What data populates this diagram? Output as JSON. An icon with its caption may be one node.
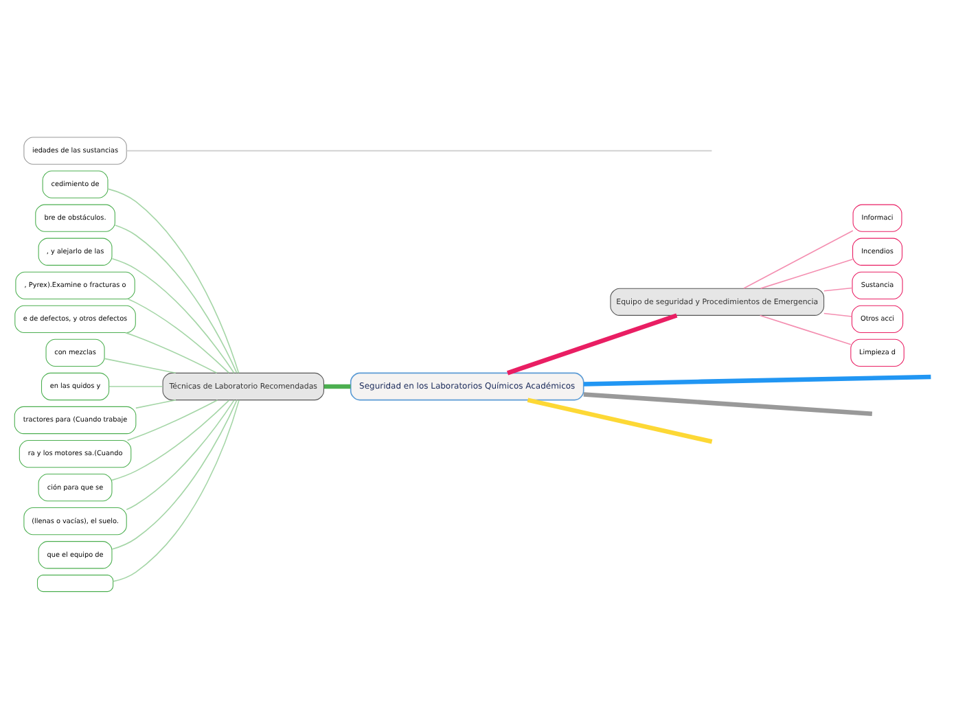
{
  "diagram": {
    "nodes": [
      {
        "text": [
          "Seguridad en los Laboratorios Químicos Académicos"
        ]
      },
      {
        "text": [
          "Técnicas de Laboratorio Recomendadas"
        ]
      },
      {
        "text": [
          "Equipo de seguridad y Procedimientos de Emergencia"
        ]
      },
      {
        "text": [
          "iedades de las sustancias"
        ]
      },
      {
        "text": [
          "cedimiento de"
        ]
      },
      {
        "text": [
          "bre de obstáculos."
        ]
      },
      {
        "text": [
          ", y alejarlo de las"
        ]
      },
      {
        "text": [
          ", Pyrex).Examine o fracturas o"
        ]
      },
      {
        "text": [
          "e de defectos, y otros defectos"
        ]
      },
      {
        "text": [
          "con mezclas"
        ]
      },
      {
        "text": [
          "en las quidos y"
        ]
      },
      {
        "text": [
          "tractores para (Cuando trabaje"
        ]
      },
      {
        "text": [
          "ra y los motores sa.(Cuando"
        ]
      },
      {
        "text": [
          "ción para que se"
        ]
      },
      {
        "text": [
          "(llenas o vacías), el suelo."
        ]
      },
      {
        "text": [
          "que el equipo de"
        ]
      },
      {
        "text": [],
        "shape": "box"
      },
      {
        "text": [
          "Informaci"
        ]
      },
      {
        "text": [
          "Incendios"
        ]
      },
      {
        "text": [
          "Sustancia"
        ]
      },
      {
        "text": [
          "Otros acci"
        ]
      },
      {
        "text": [
          "Limpieza d"
        ]
      }
    ],
    "edges": [
      {
        "from": 0,
        "to": 1,
        "arrow": "none",
        "style": "thick",
        "color": "#4caf50"
      },
      {
        "from": 0,
        "to": 2,
        "arrow": "none",
        "style": "thick",
        "color": "#e91e63"
      },
      {
        "from": 1,
        "to": 4,
        "arrow": "none"
      },
      {
        "from": 1,
        "to": 5,
        "arrow": "none"
      },
      {
        "from": 1,
        "to": 6,
        "arrow": "none"
      },
      {
        "from": 1,
        "to": 7,
        "arrow": "none"
      },
      {
        "from": 1,
        "to": 8,
        "arrow": "none"
      },
      {
        "from": 1,
        "to": 9,
        "arrow": "none"
      },
      {
        "from": 1,
        "to": 10,
        "arrow": "none"
      },
      {
        "from": 1,
        "to": 11,
        "arrow": "none"
      },
      {
        "from": 1,
        "to": 12,
        "arrow": "none"
      },
      {
        "from": 1,
        "to": 13,
        "arrow": "none"
      },
      {
        "from": 1,
        "to": 14,
        "arrow": "none"
      },
      {
        "from": 1,
        "to": 15,
        "arrow": "none"
      },
      {
        "from": 1,
        "to": 16,
        "arrow": "none"
      },
      {
        "from": 2,
        "to": 17,
        "arrow": "none",
        "color": "#f48fb1"
      },
      {
        "from": 2,
        "to": 18,
        "arrow": "none",
        "color": "#f48fb1"
      },
      {
        "from": 2,
        "to": 19,
        "arrow": "none",
        "color": "#f48fb1"
      },
      {
        "from": 2,
        "to": 20,
        "arrow": "none",
        "color": "#f48fb1"
      },
      {
        "from": 2,
        "to": 21,
        "arrow": "none",
        "color": "#f48fb1"
      },
      {
        "from": 0,
        "to": null,
        "arrow": "none",
        "style": "thick",
        "color": "#2196f3"
      },
      {
        "from": 0,
        "to": null,
        "arrow": "none",
        "style": "thick",
        "color": "#999999"
      },
      {
        "from": 0,
        "to": null,
        "arrow": "none",
        "style": "thick",
        "color": "#fdd835"
      },
      {
        "from": null,
        "to": 3,
        "arrow": "none",
        "color": "#cccccc"
      }
    ]
  }
}
